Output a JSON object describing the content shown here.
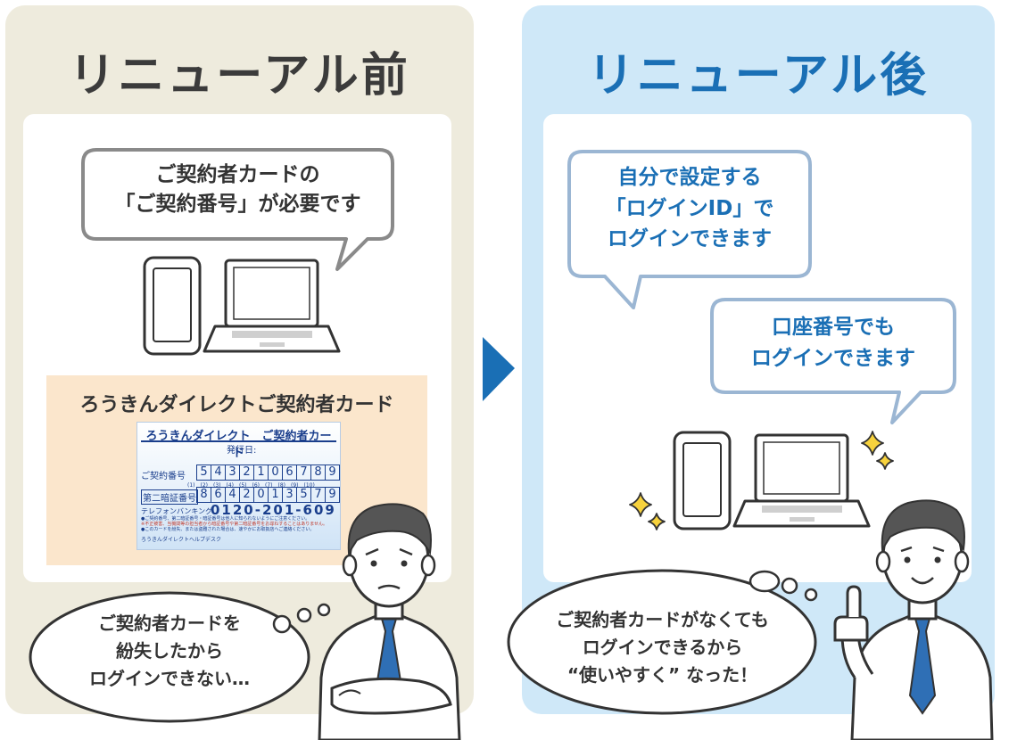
{
  "before": {
    "title": "リニューアル前",
    "speech_line1": "ご契約者カードの",
    "speech_line2": "「ご契約番号」が必要です",
    "card_caption": "ろうきんダイレクトご契約者カード",
    "card": {
      "title": "ろうきんダイレクト　ご契約者カード",
      "issue_label": "発行日:",
      "contract_label": "ご契約番号",
      "contract_digits": [
        "5",
        "4",
        "3",
        "2",
        "1",
        "0",
        "6",
        "7",
        "8",
        "9"
      ],
      "digit_indices": "(1)　(2)　(3)　(4)　(5)　(6)　(7)　(8)　(9)　(10)",
      "pin_label": "第二暗証番号",
      "pin_digits": [
        "8",
        "6",
        "4",
        "2",
        "0",
        "1",
        "3",
        "5",
        "7",
        "9"
      ],
      "telephone_label": "テレフォンバンキング",
      "telephone_number": "0120-201-609",
      "note1": "●ご契約番号、第二暗証番号・暗証番号は他人に知られないようにご注意ください。",
      "note2": "※不正被害、当機関等の担当者から暗証番号や第二暗証番号をお尋ねすることはありません。",
      "note3": "●このカードを紛失、または盗難された場合は、速やかにお取扱店へご連絡ください。",
      "helpdesk": "ろうきんダイレクトヘルプデスク"
    },
    "thought_line1": "ご契約者カードを",
    "thought_line2": "紛失したから",
    "thought_line3": "ログインできない…"
  },
  "after": {
    "title": "リニューアル後",
    "speech1_line1": "自分で設定する",
    "speech1_line2": "「ログインID」で",
    "speech1_line3": "ログインできます",
    "speech2_line1": "口座番号でも",
    "speech2_line2": "ログインできます",
    "thought_line1": "ご契約者カードがなくても",
    "thought_line2": "ログインできるから",
    "thought_line3": "“使いやすく” なった！"
  },
  "colors": {
    "before_bg": "#eeebdd",
    "after_bg": "#cfe8f8",
    "accent_blue": "#1a6fb5",
    "card_bg": "#fbe6cc"
  }
}
